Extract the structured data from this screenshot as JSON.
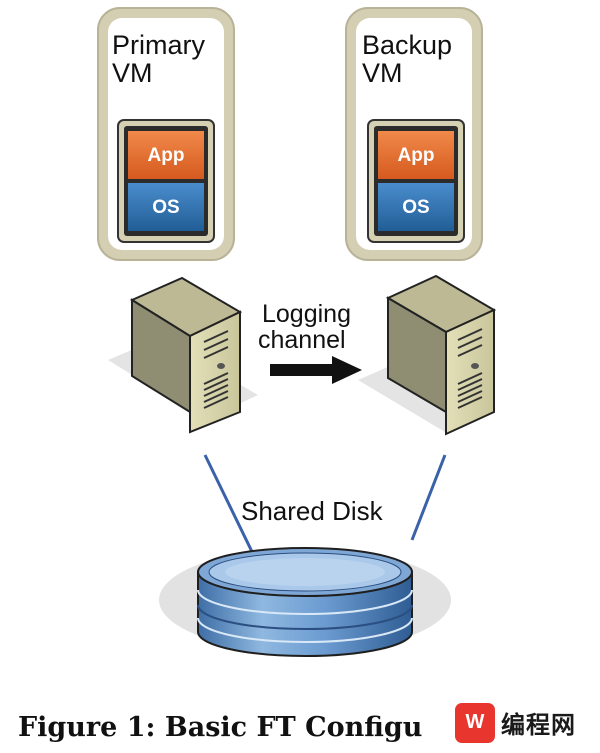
{
  "primary_vm": {
    "line1": "Primary",
    "line2": "VM",
    "app": "App",
    "os": "OS"
  },
  "backup_vm": {
    "line1": "Backup",
    "line2": "VM",
    "app": "App",
    "os": "OS"
  },
  "logging": {
    "line1": "Logging",
    "line2": "channel"
  },
  "disk": {
    "label": "Shared Disk"
  },
  "caption": "Figure 1: Basic FT Configu",
  "watermark": {
    "logo": "W",
    "text": "编程网"
  },
  "colors": {
    "vm_frame": "#c8c3a8",
    "vm_fill": "#ffffff",
    "app_orange": "#e06a2c",
    "os_blue": "#2f6fa8",
    "server_front": "#d5d1a8",
    "server_side": "#8f8d72",
    "link_blue": "#3a62a8",
    "disk_blue": "#6e9ed0"
  }
}
